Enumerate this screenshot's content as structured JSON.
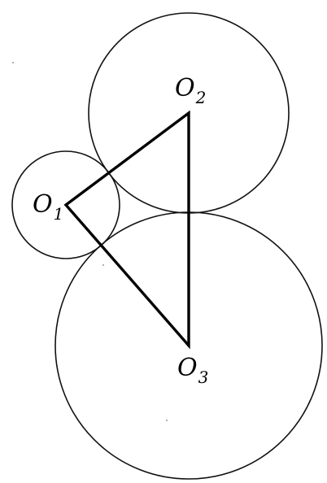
{
  "figure": {
    "points": [
      {
        "id": "O1",
        "letter": "O",
        "sub": "1"
      },
      {
        "id": "O2",
        "letter": "O",
        "sub": "2"
      },
      {
        "id": "O3",
        "letter": "O",
        "sub": "3"
      }
    ],
    "circles": [
      {
        "center": "O1"
      },
      {
        "center": "O2"
      },
      {
        "center": "O3"
      }
    ],
    "triangle": [
      "O1",
      "O2",
      "O3"
    ],
    "line_color": "#000000",
    "background": "#ffffff"
  }
}
